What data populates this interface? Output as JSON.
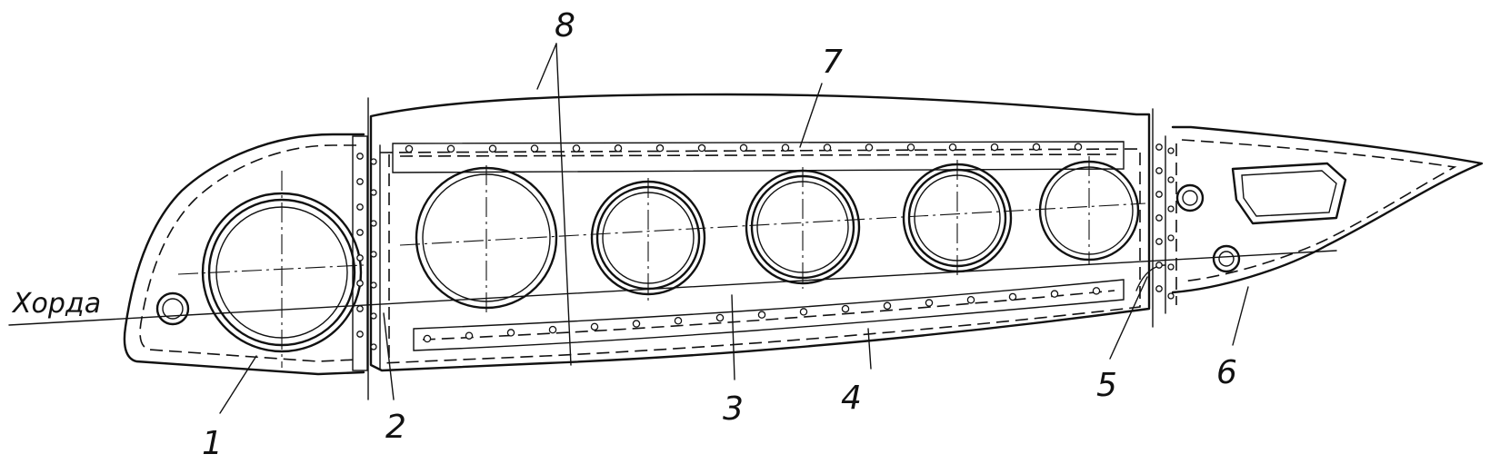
{
  "diagram": {
    "chord_label": "Хорда",
    "callouts": [
      {
        "id": "1",
        "text": "1"
      },
      {
        "id": "2",
        "text": "2"
      },
      {
        "id": "3",
        "text": "3"
      },
      {
        "id": "4",
        "text": "4"
      },
      {
        "id": "5",
        "text": "5"
      },
      {
        "id": "6",
        "text": "6"
      },
      {
        "id": "7",
        "text": "7"
      },
      {
        "id": "8",
        "text": "8"
      }
    ]
  }
}
